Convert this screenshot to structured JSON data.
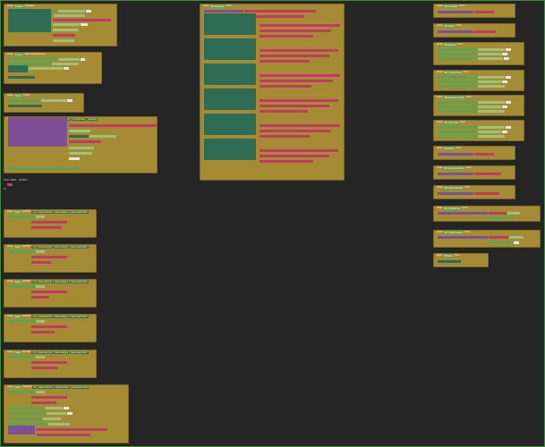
{
  "canvas": {
    "background": "#252525",
    "frame_color": "#3c8c3c"
  },
  "colors": {
    "event": "#a58b34",
    "component": "#5aa452",
    "text": "#c23a62",
    "procedure": "#7e4e96",
    "control": "#2f6c55"
  },
  "left_blocks": [
    {
      "event": "when",
      "component": "Screen1",
      "handler": "Initialize"
    },
    {
      "event": "when",
      "component": "Screen1",
      "handler": "PermissionDenied"
    },
    {
      "event": "when",
      "component": "Clock1",
      "handler": "Timer"
    },
    {
      "event": "when",
      "component": "Screen1",
      "handler": "ErrorOccurred"
    },
    {
      "event": "when",
      "component": "Web1",
      "handler": "GotText"
    },
    {
      "event": "when",
      "component": "Web2",
      "handler": "GotText"
    },
    {
      "event": "when",
      "component": "Web3",
      "handler": "GotText"
    },
    {
      "event": "when",
      "component": "Web4",
      "handler": "GotText"
    },
    {
      "event": "when",
      "component": "Web5",
      "handler": "GotText"
    },
    {
      "event": "when",
      "component": "Web6",
      "handler": "GotText"
    }
  ],
  "mid_block": {
    "event": "when",
    "component": "BtnDescargar",
    "handler": "Click"
  },
  "right_blocks": [
    {
      "event": "when",
      "component": "BtnConsultas",
      "handler": "Click"
    },
    {
      "event": "when",
      "component": "BtnActRef",
      "handler": "Click"
    },
    {
      "event": "when",
      "component": "BtnClientes",
      "handler": "Click"
    },
    {
      "event": "when",
      "component": "Btn_TodoClientes",
      "handler": "Click"
    },
    {
      "event": "when",
      "component": "BtnDetalleConsultas",
      "handler": "Click"
    },
    {
      "event": "when",
      "component": "Btn_TodoCitas",
      "handler": "Click"
    },
    {
      "event": "when",
      "component": "BtnOferta",
      "handler": "Click"
    },
    {
      "event": "when",
      "component": "Btn_ResumenOferta",
      "handler": "Click"
    },
    {
      "event": "when",
      "component": "Btn_OfertasDelDia",
      "handler": "Click"
    },
    {
      "event": "when",
      "component": "Btn_PostOfertas",
      "handler": "Click"
    },
    {
      "event": "when",
      "component": "Btn_PostAbonados",
      "handler": "Click"
    },
    {
      "event": "when",
      "component": "BtnSalir",
      "handler": "Click"
    }
  ]
}
